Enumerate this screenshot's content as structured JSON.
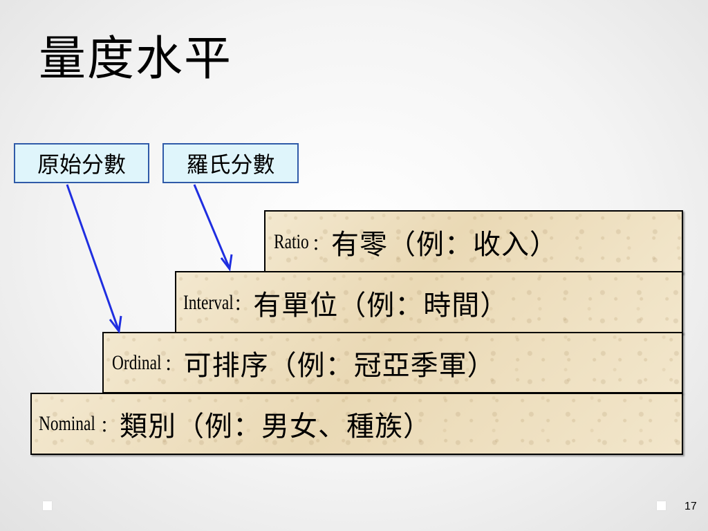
{
  "slide": {
    "title": "量度水平",
    "page_number": "17"
  },
  "labels": {
    "raw_score": "原始分數",
    "rasch_score": "羅氏分數"
  },
  "levels": {
    "ratio": {
      "name": "Ratio",
      "colon": "：",
      "description": "有零（例：收入）"
    },
    "interval": {
      "name": "Interval",
      "colon": "：",
      "description": "有單位（例：時間）"
    },
    "ordinal": {
      "name": "Ordinal",
      "colon": "：",
      "description": "可排序（例：冠亞季軍）"
    },
    "nominal": {
      "name": "Nominal",
      "colon": "：",
      "description": "類別（例：男女、種族）"
    }
  },
  "colors": {
    "arrow": "#1f2ee0",
    "label_border": "#2f5aa8",
    "label_fill": "#dff5fb",
    "step_fill": "#f0e3c6"
  }
}
